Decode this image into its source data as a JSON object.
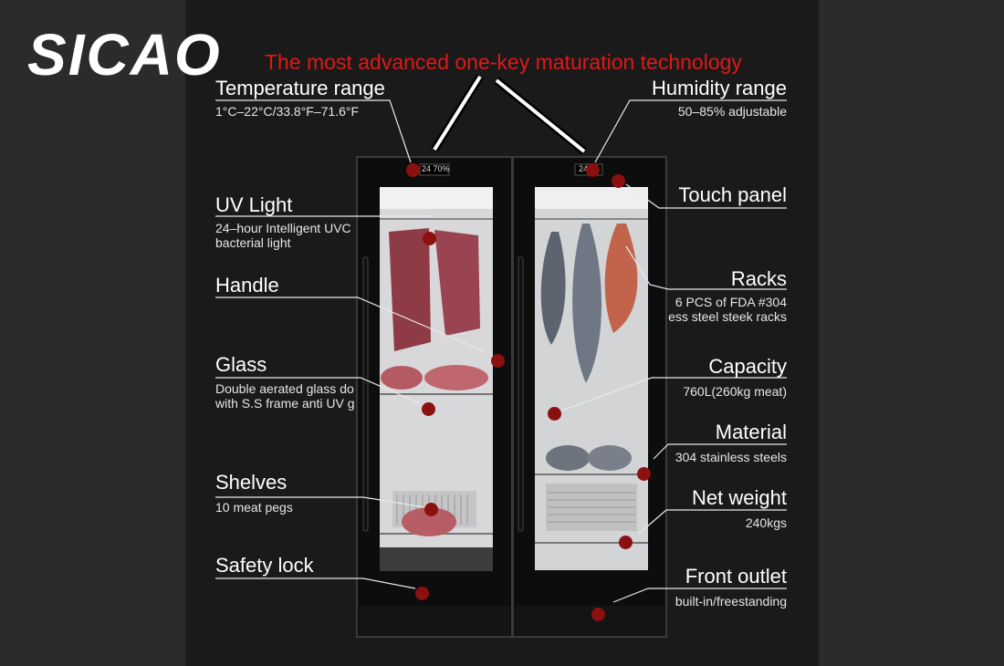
{
  "brand": {
    "logo_text": "SICAO"
  },
  "tagline": "The most advanced one-key maturation technology",
  "display": {
    "left_readout": "24 70%",
    "right_readout": "24"
  },
  "features_left": [
    {
      "title": "Temperature range",
      "desc": [
        "1°C–22°C/33.8°F–71.6°F"
      ]
    },
    {
      "title": "UV Light",
      "desc": [
        "24–hour Intelligent UVC",
        "bacterial light"
      ]
    },
    {
      "title": "Handle",
      "desc": []
    },
    {
      "title": "Glass",
      "desc": [
        "Double aerated glass do",
        "with S.S frame anti UV g"
      ]
    },
    {
      "title": "Shelves",
      "desc": [
        "10 meat pegs"
      ]
    },
    {
      "title": "Safety lock",
      "desc": []
    }
  ],
  "features_right": [
    {
      "title": "Humidity range",
      "desc": [
        "50–85% adjustable"
      ]
    },
    {
      "title": "Touch panel",
      "desc": []
    },
    {
      "title": "Racks",
      "desc": [
        "6 PCS of FDA #304",
        "ess steel steek racks"
      ]
    },
    {
      "title": "Capacity",
      "desc": [
        "760L(260kg meat)"
      ]
    },
    {
      "title": "Material",
      "desc": [
        "304 stainless steels"
      ]
    },
    {
      "title": "Net weight",
      "desc": [
        "240kgs"
      ]
    },
    {
      "title": "Front outlet",
      "desc": [
        "built-in/freestanding"
      ]
    }
  ],
  "colors": {
    "accent_red": "#e01818",
    "marker": "#8b1010",
    "background": "#1a1a1a"
  }
}
